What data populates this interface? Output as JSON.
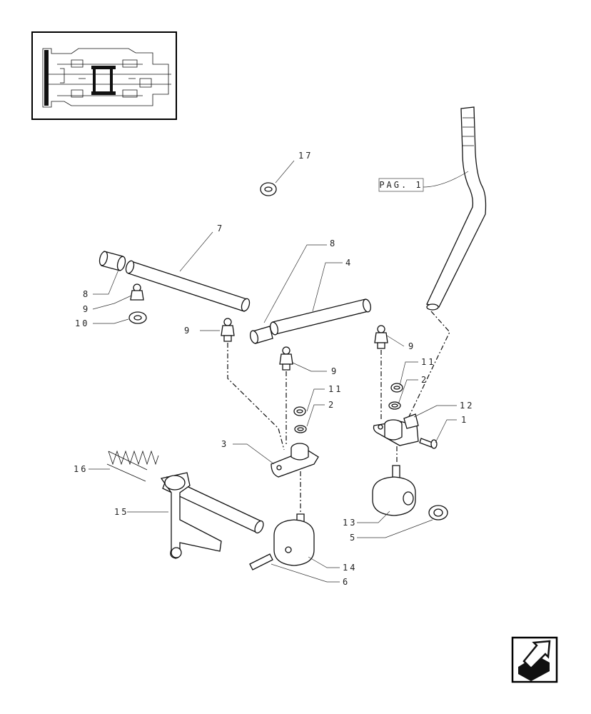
{
  "diagram": {
    "reference_box": {
      "text": "PAG. 1"
    },
    "callouts": [
      {
        "id": "c17",
        "text": "17"
      },
      {
        "id": "c7",
        "text": "7"
      },
      {
        "id": "c8a",
        "text": "8"
      },
      {
        "id": "c8b",
        "text": "8"
      },
      {
        "id": "c4",
        "text": "4"
      },
      {
        "id": "c9a",
        "text": "9"
      },
      {
        "id": "c9b",
        "text": "9"
      },
      {
        "id": "c9c",
        "text": "9"
      },
      {
        "id": "c9d",
        "text": "9"
      },
      {
        "id": "c10",
        "text": "10"
      },
      {
        "id": "c11a",
        "text": "11"
      },
      {
        "id": "c11b",
        "text": "11"
      },
      {
        "id": "c2a",
        "text": "2"
      },
      {
        "id": "c2b",
        "text": "2"
      },
      {
        "id": "c12",
        "text": "12"
      },
      {
        "id": "c1",
        "text": "1"
      },
      {
        "id": "c3",
        "text": "3"
      },
      {
        "id": "c16",
        "text": "16"
      },
      {
        "id": "c15",
        "text": "15"
      },
      {
        "id": "c13",
        "text": "13"
      },
      {
        "id": "c5",
        "text": "5"
      },
      {
        "id": "c14",
        "text": "14"
      },
      {
        "id": "c6",
        "text": "6"
      }
    ],
    "nav_icon": "next-page-arrow-icon"
  }
}
